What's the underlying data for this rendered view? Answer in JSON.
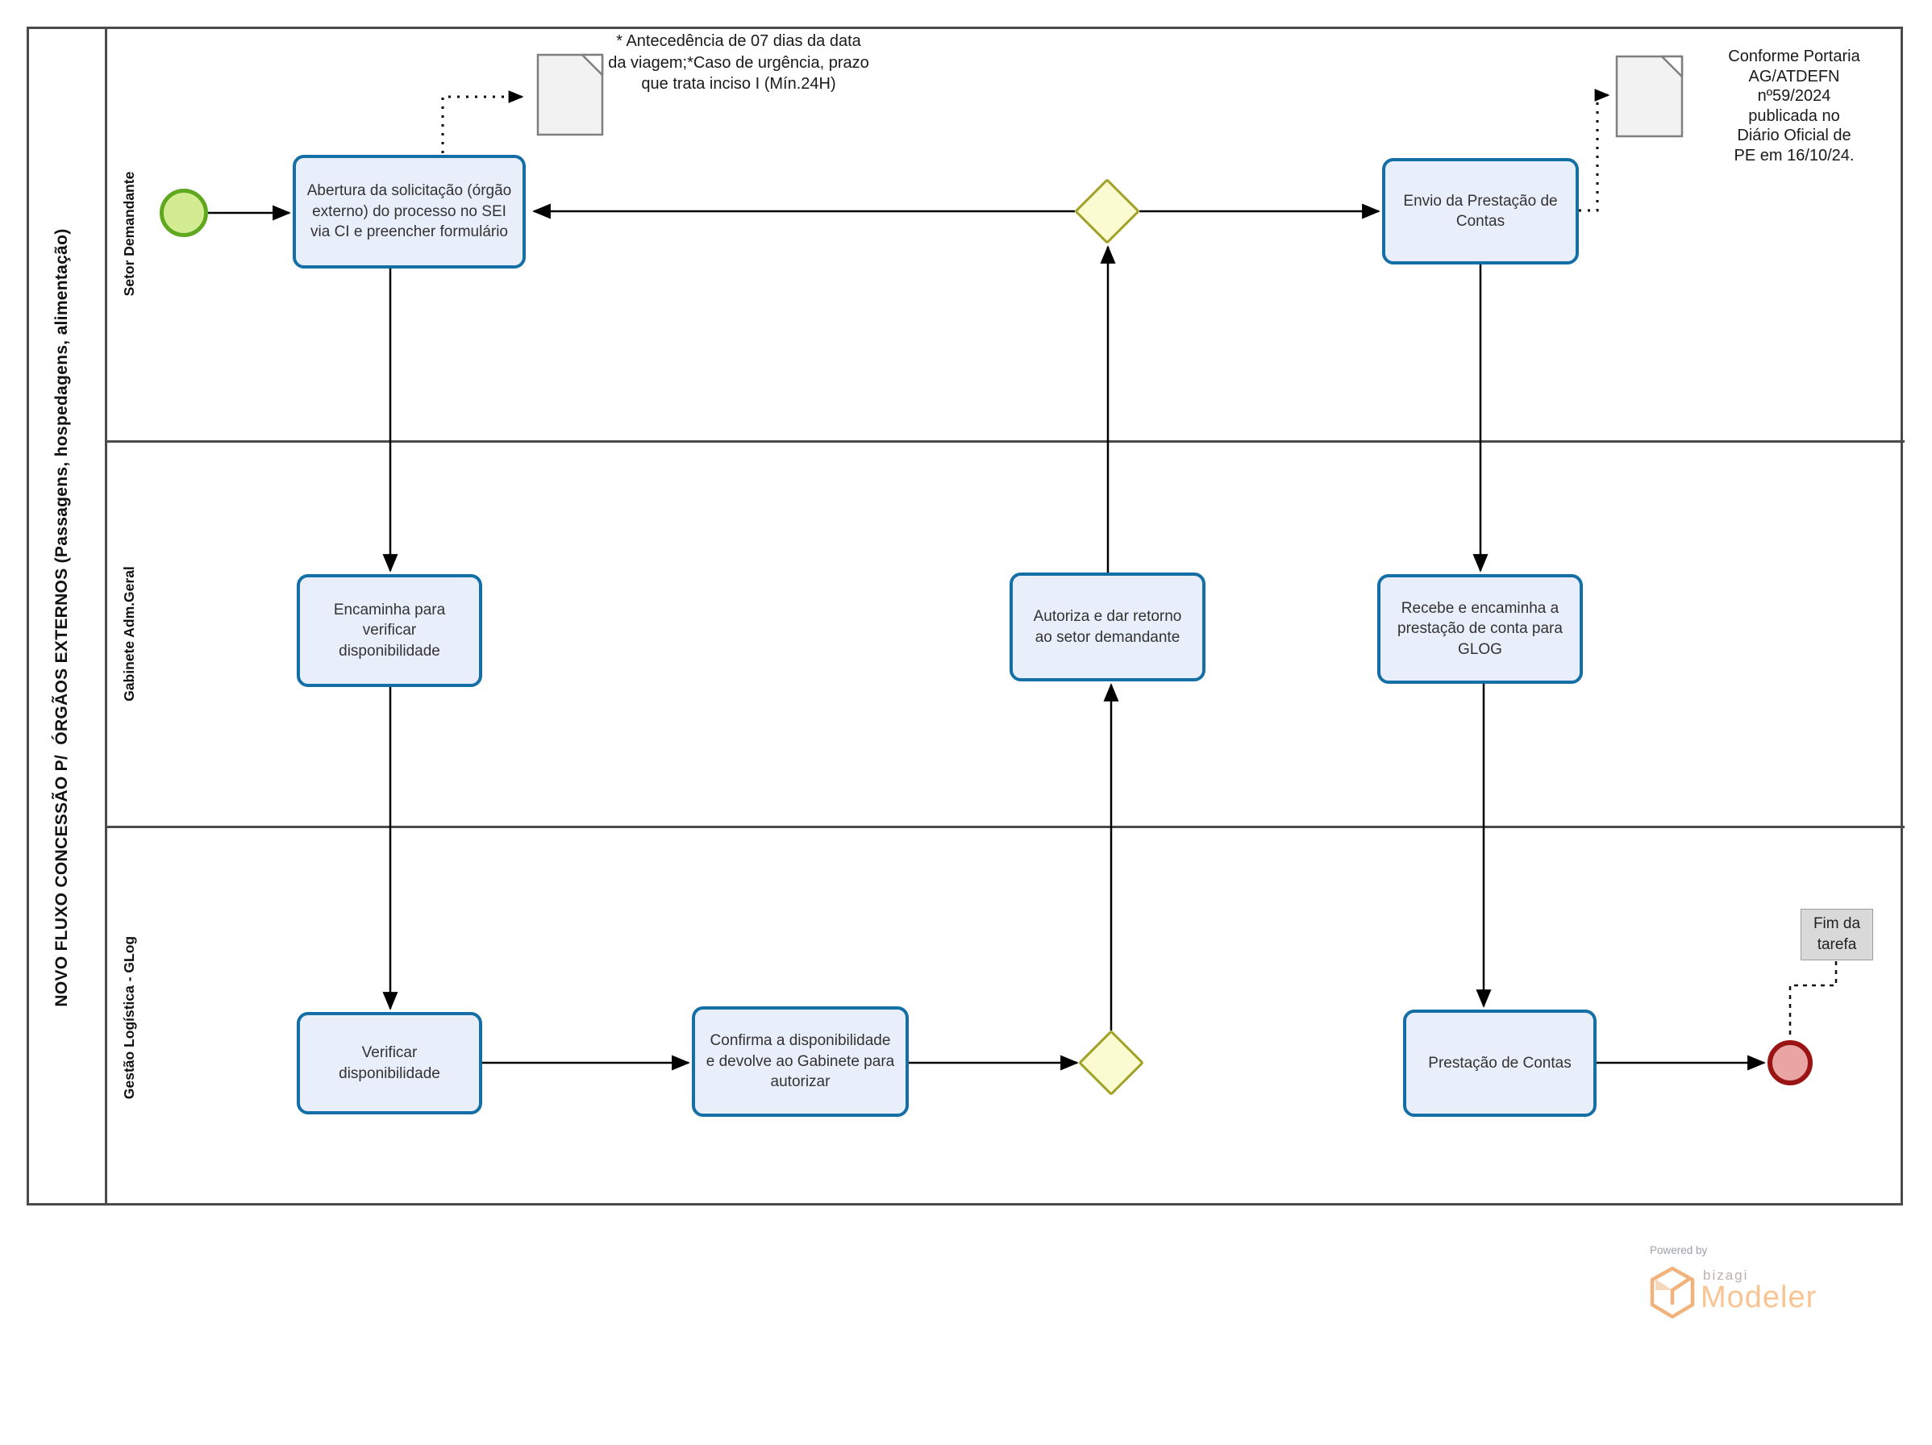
{
  "diagram": {
    "title": "NOVO FLUXO CONCESSÃO P/  ÓRGÃOS EXTERNOS (Passagens, hospedagens, alimentação)",
    "lanes": [
      {
        "label": "Setor Demandante"
      },
      {
        "label": "Gabinete Adm.Geral"
      },
      {
        "label": "Gestão Logística - GLog"
      }
    ],
    "events": {
      "start": "start-event",
      "end": "end-event"
    },
    "tasks": {
      "abertura": "Abertura da solicitação (órgão externo) do processo no SEI via CI e preencher formulário",
      "envio": "Envio da Prestação de Contas",
      "encaminha": "Encaminha para verificar disponibilidade",
      "autoriza": "Autoriza e dar retorno ao setor demandante",
      "recebe": "Recebe e encaminha  a prestação de conta para GLOG",
      "verificar": "Verificar disponibilidade",
      "confirma": "Confirma a disponibilidade e devolve ao Gabinete para autorizar",
      "prestacao": "Prestação de Contas"
    },
    "annotations": {
      "prazo": {
        "text": "* Antecedência de 07 dias da data da viagem;*Caso de urgência, prazo que trata inciso I (Mín.24H)",
        "lines": [
          "* Antecedência de 07 dias da data",
          "da viagem;*Caso de urgência, prazo",
          "que trata inciso I (Mín.24H)"
        ]
      },
      "portaria": {
        "text": "Conforme Portaria AG/ATDEFN nº59/2024 publicada no Diário Oficial de PE em 16/10/24.",
        "lines": [
          "Conforme Portaria",
          "AG/ATDEFN",
          "nº59/2024",
          "publicada no",
          "Diário Oficial de",
          "PE em 16/10/24."
        ]
      },
      "fim": "Fim da tarefa"
    },
    "colors": {
      "task_fill": "#e9eefb",
      "task_border": "#136fa5",
      "gateway_fill": "#fbfbd2",
      "gateway_border": "#a0a125",
      "start_fill": "#d3ec92",
      "start_border": "#5fa81f",
      "end_fill": "#e9a4a4",
      "end_border": "#9b1414",
      "lane_border": "#4a4a4a",
      "annotation_doc_fill": "#f2f2f2",
      "fim_label_bg": "#d9d9d9"
    }
  },
  "footer": {
    "powered_by": "Powered by",
    "brand": "bizagi",
    "product": "Modeler",
    "brand_color": "#f9c492"
  }
}
